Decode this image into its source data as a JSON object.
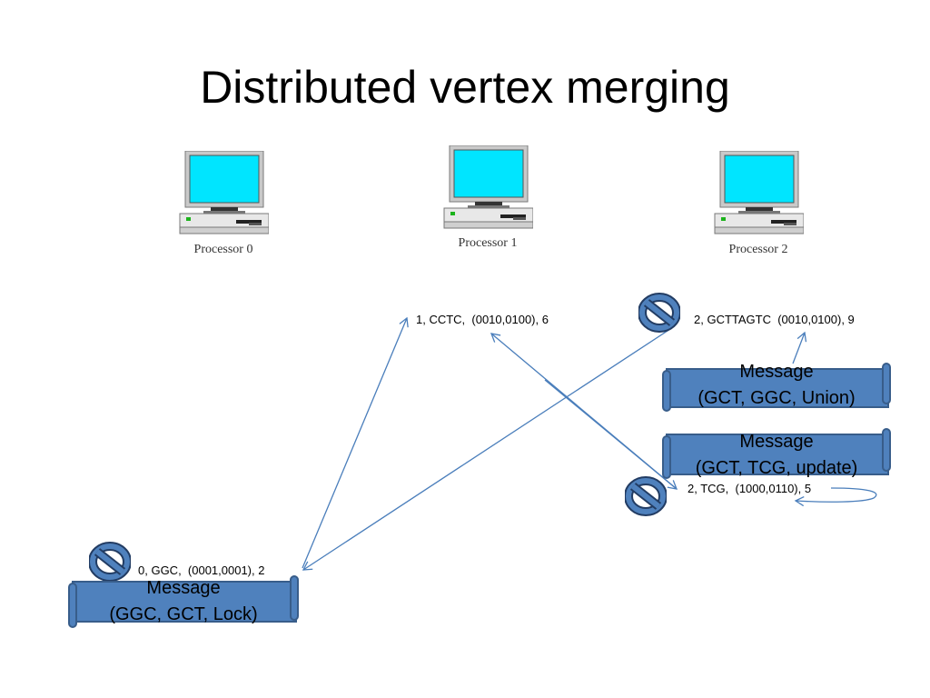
{
  "title": "Distributed vertex merging",
  "processors": [
    {
      "label": "Processor 0"
    },
    {
      "label": "Processor 1"
    },
    {
      "label": "Processor 2"
    }
  ],
  "vertices": {
    "v0": "0, GGC,  (0001,0001), 2",
    "v1": "1, CCTC,  (0010,0100), 6",
    "v2a": "2, GCTTAGTC  (0010,0100), 9",
    "v2b": "2, TCG,  (1000,0110), 5"
  },
  "messages": [
    {
      "line1": "Message",
      "line2": "(GGC, GCT, Lock)"
    },
    {
      "line1": "Message",
      "line2": "(GCT, GGC, Union)"
    },
    {
      "line1": "Message",
      "line2": "(GCT, TCG, update)"
    }
  ],
  "colors": {
    "arrow": "#4a7ebb",
    "scroll_fill": "#4f81bd",
    "scroll_edge": "#385d8a",
    "screen": "#00e5ff"
  },
  "icons": [
    "computer-icon",
    "prohibited-icon"
  ]
}
